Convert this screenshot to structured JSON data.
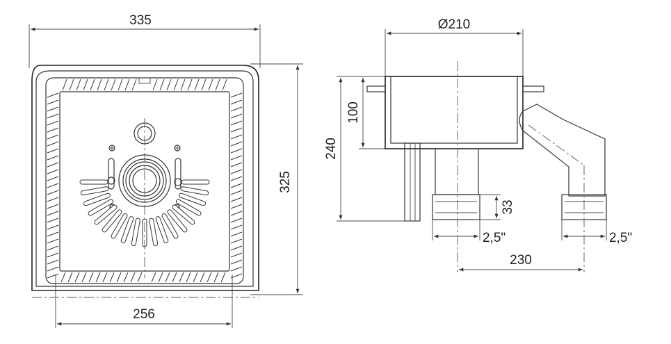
{
  "front_view": {
    "width_outer": "335",
    "height": "325",
    "width_inner": "256"
  },
  "side_view": {
    "diameter": "Ø210",
    "height_total": "240",
    "height_body": "100",
    "thread_length": "33",
    "outlet_1": "2,5\"",
    "outlet_2": "2,5\"",
    "outlet_spacing": "230"
  },
  "colors": {
    "line": "#333333",
    "background": "#ffffff"
  }
}
